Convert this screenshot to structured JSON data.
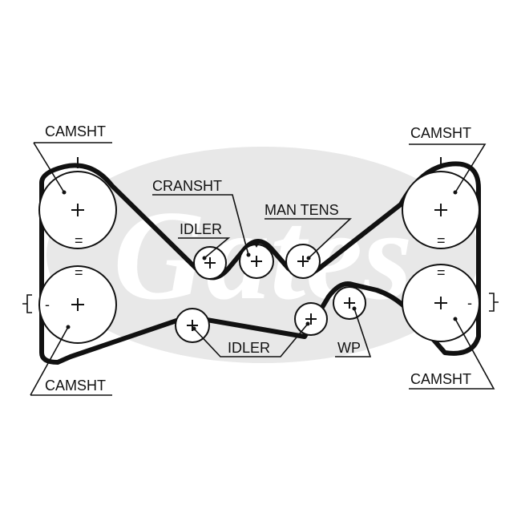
{
  "logo": {
    "text": "Gates",
    "color": "#e6e6e6"
  },
  "colors": {
    "line": "#111111",
    "logo": "#e6e6e6",
    "background": "#ffffff"
  },
  "labels": {
    "camsht_top_left": "CAMSHT",
    "camsht_top_right": "CAMSHT",
    "camsht_bottom_left": "CAMSHT",
    "camsht_bottom_right": "CAMSHT",
    "cransht": "CRANSHT",
    "idler_top": "IDLER",
    "man_tens": "MAN TENS",
    "idler_bottom": "IDLER",
    "wp": "WP",
    "registered": "®"
  },
  "marks": {
    "left_side_minus": "-",
    "right_side_minus": "-",
    "timing_equal": "="
  }
}
